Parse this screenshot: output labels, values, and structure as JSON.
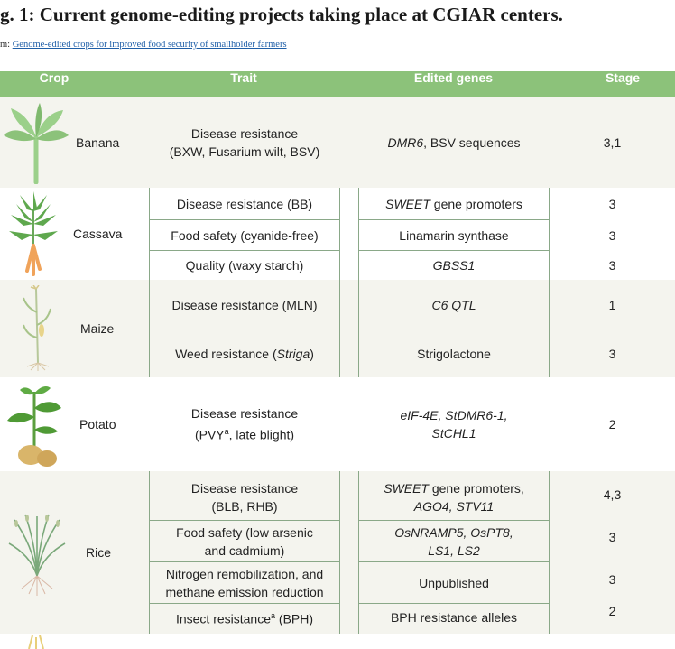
{
  "figure": {
    "title": "g. 1: Current genome-editing projects taking place at CGIAR centers.",
    "source_prefix": "m: ",
    "source_link": "Genome-edited crops for improved food security of smallholder farmers"
  },
  "table": {
    "headers": {
      "crop": "Crop",
      "trait": "Trait",
      "genes": "Edited genes",
      "stage": "Stage"
    },
    "crops": {
      "banana": "Banana",
      "cassava": "Cassava",
      "maize": "Maize",
      "potato": "Potato",
      "rice": "Rice"
    },
    "rows": {
      "banana": {
        "trait_1": "Disease resistance",
        "trait_2": "(BXW, Fusarium wilt, BSV)",
        "gene_italic": "DMR6",
        "gene_rest": ", BSV sequences",
        "stage": "3,1"
      },
      "cassava_1": {
        "trait": "Disease resistance (BB)",
        "gene_italic": "SWEET",
        "gene_rest": " gene promoters",
        "stage": "3"
      },
      "cassava_2": {
        "trait": "Food safety (cyanide-free)",
        "gene": "Linamarin synthase",
        "stage": "3"
      },
      "cassava_3": {
        "trait": "Quality (waxy starch)",
        "gene_italic": "GBSS1",
        "stage": "3"
      },
      "maize_1": {
        "trait": "Disease resistance (MLN)",
        "gene_italic": "C6 QTL",
        "stage": "1"
      },
      "maize_2": {
        "trait_prefix": "Weed resistance (",
        "trait_italic": "Striga",
        "trait_suffix": ")",
        "gene": "Strigolactone",
        "stage": "3"
      },
      "potato": {
        "trait_1": "Disease resistance",
        "trait_2_prefix": "(PVY",
        "trait_2_sup": "a",
        "trait_2_suffix": ", late blight)",
        "gene_1": "eIF-4E, StDMR6-1,",
        "gene_2": "StCHL1",
        "stage": "2"
      },
      "rice_1": {
        "trait_1": "Disease resistance",
        "trait_2": "(BLB, RHB)",
        "gene_1_italic": "SWEET",
        "gene_1_rest": " gene promoters,",
        "gene_2": "AGO4, STV11",
        "stage": "4,3"
      },
      "rice_2": {
        "trait_1": "Food safety (low arsenic",
        "trait_2": "and cadmium)",
        "gene_1": "OsNRAMP5, OsPT8,",
        "gene_2": "LS1, LS2",
        "stage": "3"
      },
      "rice_3": {
        "trait_1": "Nitrogen remobilization, and",
        "trait_2": "methane emission reduction",
        "gene": "Unpublished",
        "stage": "3"
      },
      "rice_4": {
        "trait_prefix": "Insect resistance",
        "trait_sup": "a",
        "trait_suffix": " (BPH)",
        "gene": "BPH resistance alleles",
        "stage": "2"
      }
    }
  },
  "colors": {
    "header_green": "#8cc27a",
    "band_shade": "#f4f4ee",
    "rule": "#8aa888",
    "link": "#1f5fa8"
  },
  "icons": [
    "banana-plant-icon",
    "cassava-plant-icon",
    "maize-plant-icon",
    "potato-plant-icon",
    "rice-plant-icon"
  ]
}
